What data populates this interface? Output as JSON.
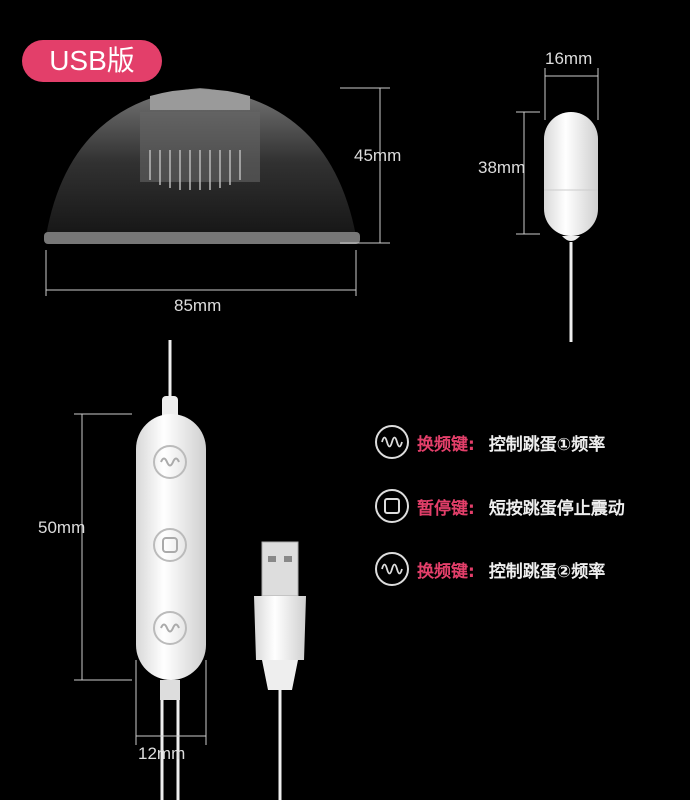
{
  "badge": "USB版",
  "dimensions": {
    "cup_width": "85mm",
    "cup_height": "45mm",
    "egg_width": "16mm",
    "egg_height": "38mm",
    "remote_height": "50mm",
    "remote_width": "12mm"
  },
  "legend": [
    {
      "icon": "wave-icon",
      "key": "换频键:",
      "desc": "控制跳蛋①频率"
    },
    {
      "icon": "stop-button-icon",
      "key": "暂停键:",
      "desc": "短按跳蛋停止震动"
    },
    {
      "icon": "wave-icon",
      "key": "换频键:",
      "desc": "控制跳蛋②频率"
    }
  ],
  "colors": {
    "accent": "#e33f6a",
    "background": "#000000"
  }
}
